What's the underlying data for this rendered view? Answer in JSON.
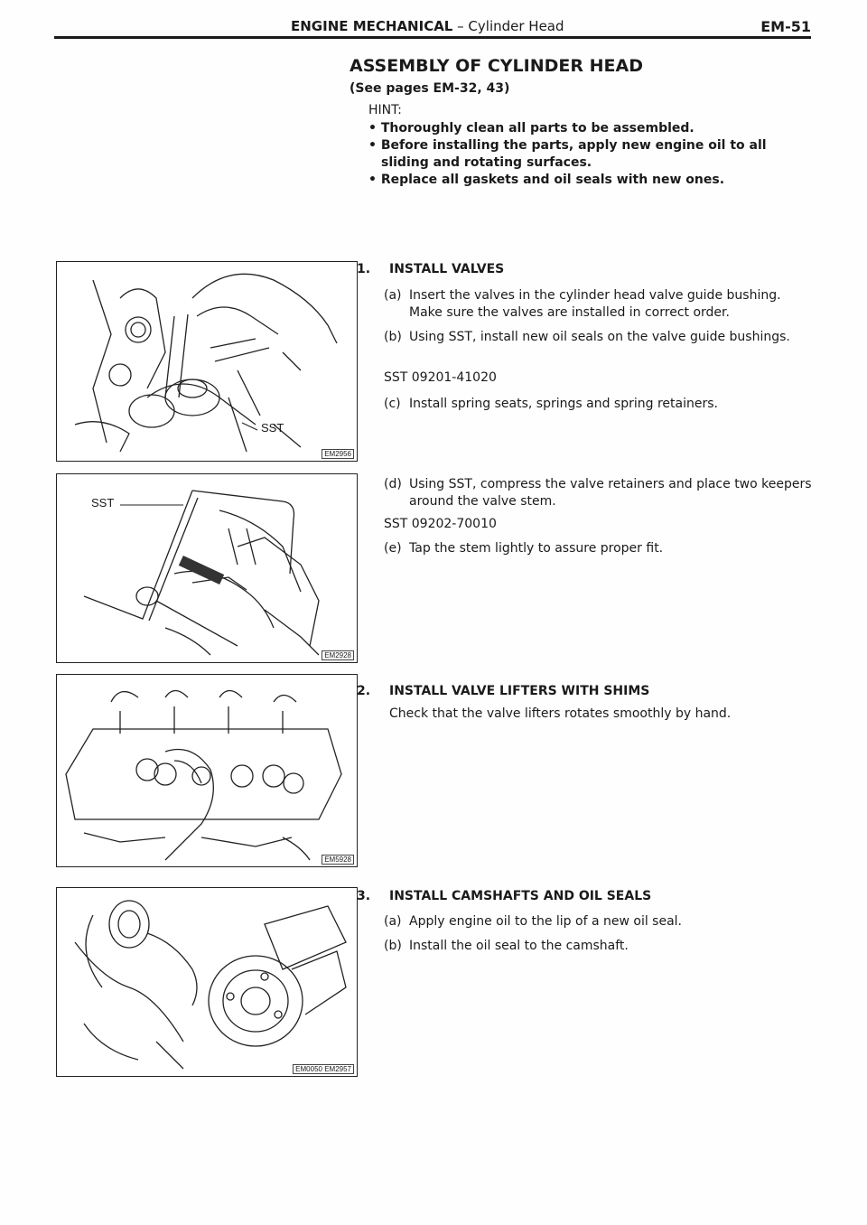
{
  "header": {
    "section": "ENGINE MECHANICAL",
    "dash": " – ",
    "subsection": "Cylinder Head",
    "page": "EM-51"
  },
  "heading": {
    "title": "ASSEMBLY OF CYLINDER HEAD",
    "see_pages": "(See pages EM-32, 43)"
  },
  "hint": {
    "label": "HINT:",
    "bullets": [
      "• Thoroughly clean all parts to be assembled.",
      "• Before installing the parts, apply new engine oil to all sliding and rotating surfaces.",
      "• Replace all gaskets and oil seals with new ones."
    ]
  },
  "steps": [
    {
      "num": "1.",
      "title": "INSTALL VALVES",
      "items": [
        {
          "label": "(a)",
          "text": "Insert the valves in the cylinder head valve guide bushing. Make sure the valves are installed in correct order."
        },
        {
          "label": "(b)",
          "text": "Using SST, install new oil seals on the valve guide bushings."
        },
        {
          "label": "",
          "text": "SST 09201-41020"
        },
        {
          "label": "(c)",
          "text": "Install spring seats, springs and spring retainers."
        },
        {
          "label": "(d)",
          "text": "Using SST, compress the valve retainers and place two keepers around the valve stem."
        },
        {
          "label": "",
          "text": "SST 09202-70010"
        },
        {
          "label": "(e)",
          "text": "Tap the stem lightly to assure proper fit."
        }
      ]
    },
    {
      "num": "2.",
      "title": "INSTALL VALVE LIFTERS WITH SHIMS",
      "text": "Check that the valve lifters rotates smoothly by hand."
    },
    {
      "num": "3.",
      "title": "INSTALL CAMSHAFTS AND OIL SEALS",
      "items": [
        {
          "label": "(a)",
          "text": "Apply engine oil to the lip of a new oil seal."
        },
        {
          "label": "(b)",
          "text": "Install the oil seal to the camshaft."
        }
      ]
    }
  ],
  "figures": [
    {
      "code": "EM2956",
      "label": "SST"
    },
    {
      "code": "EM2928",
      "label": "SST"
    },
    {
      "code": "EM5928",
      "label": ""
    },
    {
      "code": "EM0050 EM2957",
      "label": ""
    }
  ]
}
